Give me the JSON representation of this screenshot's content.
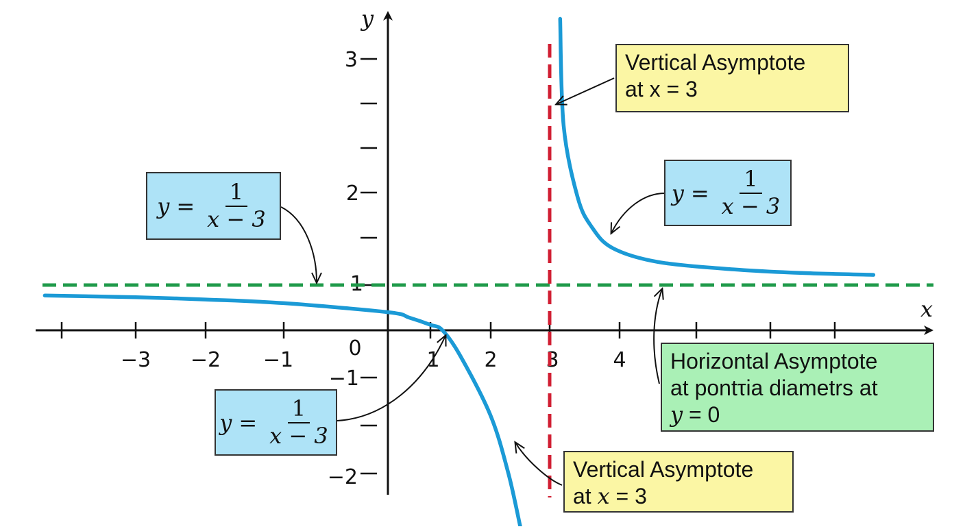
{
  "chart_data": {
    "type": "line",
    "x_axis_label": "x",
    "y_axis_label": "y",
    "x_tick_labels": [
      "−3",
      "−2",
      "−1",
      "0",
      "1",
      "2",
      "3",
      "4"
    ],
    "y_tick_labels": [
      "3",
      "2",
      "1",
      "−1",
      "−2"
    ],
    "series": [
      {
        "color": "#1b9ad6",
        "left_branch": [
          [
            -4.3,
            0.77
          ],
          [
            -3,
            0.73
          ],
          [
            -2,
            0.68
          ],
          [
            -1,
            0.6
          ],
          [
            0,
            0.4
          ],
          [
            0.5,
            0.28
          ],
          [
            1,
            0.12
          ],
          [
            1.2,
            0.0
          ],
          [
            1.5,
            -0.55
          ],
          [
            2,
            -1.4
          ],
          [
            2.3,
            -2.0
          ],
          [
            2.5,
            -2.55
          ]
        ],
        "right_branch": [
          [
            3.15,
            3.3
          ],
          [
            3.2,
            2.5
          ],
          [
            3.4,
            1.95
          ],
          [
            3.6,
            1.63
          ],
          [
            3.9,
            1.4
          ],
          [
            4.5,
            1.25
          ],
          [
            5.5,
            1.17
          ],
          [
            6.5,
            1.13
          ],
          [
            7.6,
            1.11
          ]
        ]
      }
    ],
    "asymptotes": [
      {
        "orientation": "vertical",
        "value": 3,
        "color": "#d11f33",
        "dashed": true
      },
      {
        "orientation": "horizontal",
        "value": 1,
        "color": "#1f9a4a",
        "dashed": true
      }
    ],
    "x_range": [
      -4.3,
      7.6
    ],
    "y_range": [
      -2.55,
      3.3
    ]
  },
  "annotations": {
    "eq_left_top": {
      "lhs": "y",
      "rel": "=",
      "num": "1",
      "den": "x − 3"
    },
    "eq_right": {
      "lhs": "y",
      "rel": "=",
      "num": "1",
      "den": "x − 3"
    },
    "eq_left_bottom": {
      "lhs": "y",
      "rel": "=",
      "num": "1",
      "den": "x − 3"
    },
    "va_top": {
      "line1": "Vertical Asymptote",
      "line2_prefix": "at ",
      "line2_var": "x",
      "line2_suffix": " = 3"
    },
    "va_bottom": {
      "line1": "Vertical Asymptote",
      "line2_prefix": "at ",
      "line2_var": "x",
      "line2_suffix": " = 3"
    },
    "ha": {
      "line1": "Horizontal Asymptote",
      "line2": "at pontτia diametrs at",
      "line3_var": "y",
      "line3_suffix": " = 0"
    }
  },
  "colors": {
    "curve": "#1b9ad6",
    "vertical_asymptote": "#d11f33",
    "horizontal_asymptote": "#1f9a4a",
    "box_blue": "#aee3f7",
    "box_yellow": "#fbf6a4",
    "box_green": "#aaf0b6"
  }
}
